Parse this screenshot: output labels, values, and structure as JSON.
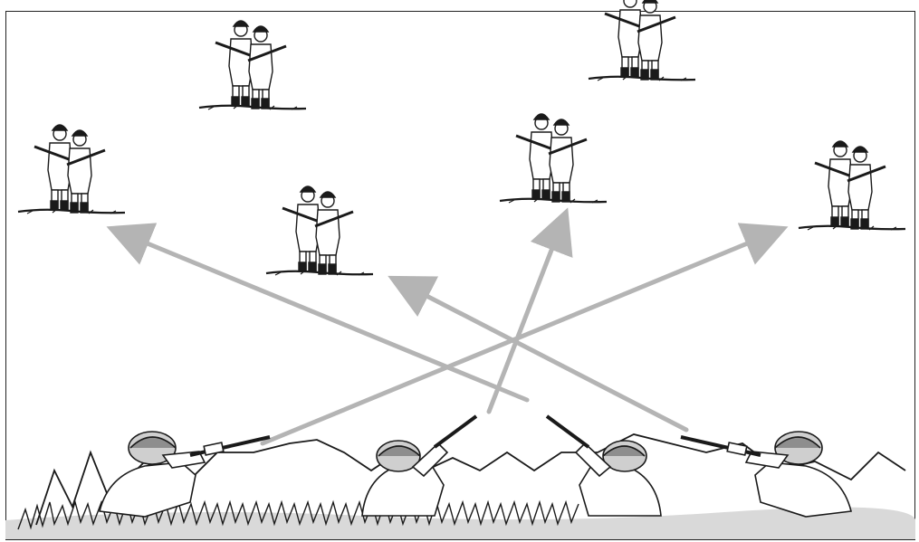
{
  "figure": {
    "caption_fragment": "",
    "colors": {
      "arrow": "#b4b4b4",
      "ink": "#1a1a1a",
      "ground": "#d9d9d9",
      "uniform": "#ffffff"
    },
    "enemy_groups": [
      {
        "name": "enemy-pair-far-left"
      },
      {
        "name": "enemy-pair-top-left"
      },
      {
        "name": "enemy-pair-center-left"
      },
      {
        "name": "enemy-pair-center-right"
      },
      {
        "name": "enemy-pair-top-right"
      },
      {
        "name": "enemy-pair-far-right"
      }
    ],
    "friendly_soldiers": [
      {
        "name": "prone-rifleman-left"
      },
      {
        "name": "prone-rifleman-center-left"
      },
      {
        "name": "prone-rifleman-center-right"
      },
      {
        "name": "prone-rifleman-right"
      }
    ],
    "fire_lines": [
      {
        "name": "fire-arrow-left-shooter-to-far-right"
      },
      {
        "name": "fire-arrow-center-left-to-center-right"
      },
      {
        "name": "fire-arrow-center-right-to-far-left"
      },
      {
        "name": "fire-arrow-right-shooter-to-center-left"
      }
    ]
  }
}
